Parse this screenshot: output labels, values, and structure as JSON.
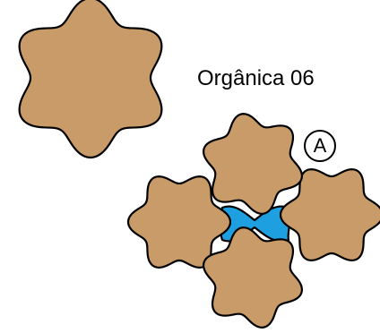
{
  "title": "Orgânica 06",
  "callout_label": "A",
  "colors": {
    "tile_fill": "#C89B68",
    "gap_fill": "#1E9FE0",
    "outline": "#000000",
    "background": "#FFFFFF"
  },
  "shapes": {
    "tile_shape": "six-lobed organic flower",
    "single_tile_count": 1,
    "cluster_tile_count": 4,
    "gap_count": 1
  }
}
